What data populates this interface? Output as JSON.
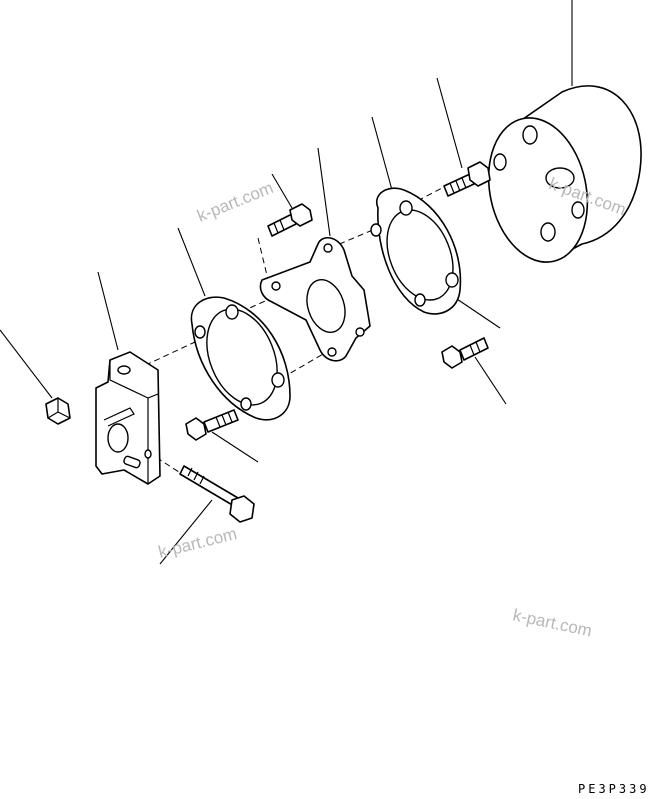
{
  "watermarks": [
    "k-part.com",
    "k-part.com",
    "k-part.com",
    "k-part.com"
  ],
  "drawing_code": "PE3P339",
  "colors": {
    "line": "#000000",
    "watermark": "#b8b8b8",
    "background": "#ffffff"
  }
}
